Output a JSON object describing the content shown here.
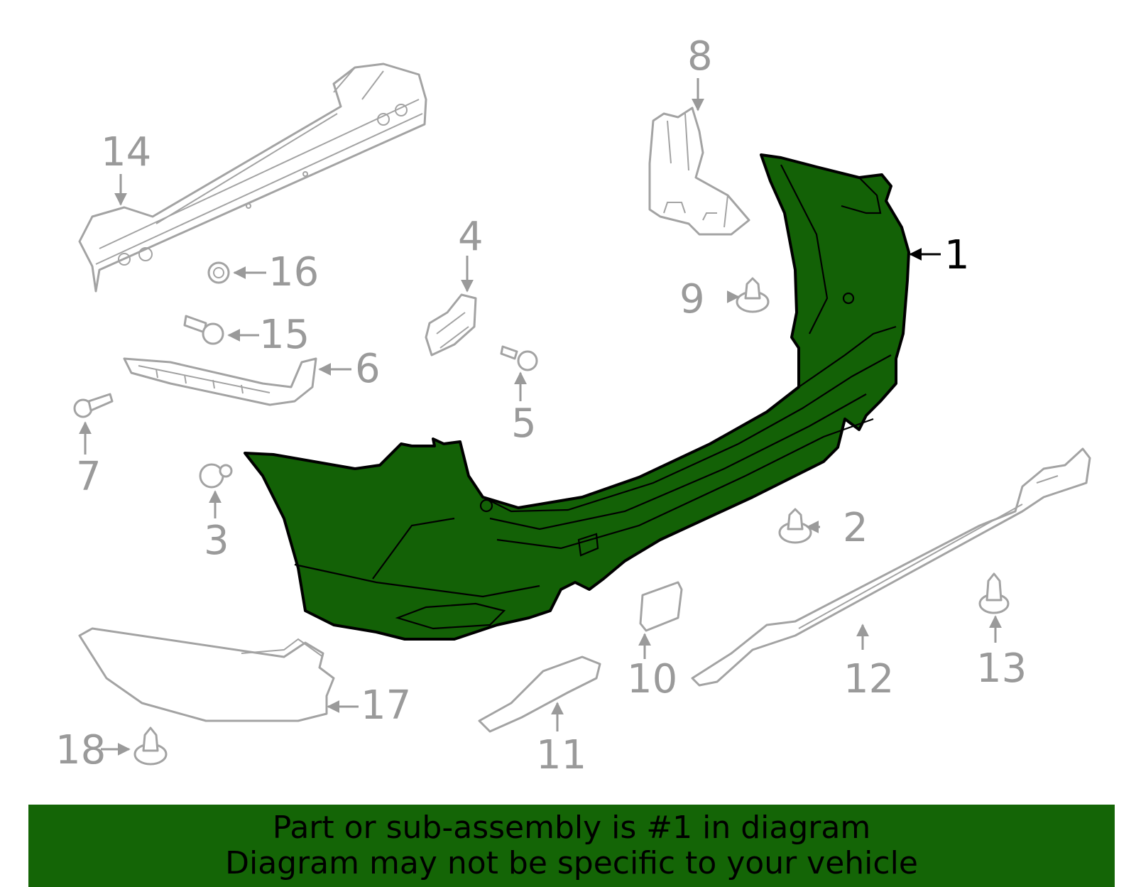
{
  "diagram": {
    "highlight_color": "#136106",
    "callouts": [
      {
        "id": "1",
        "label": "1"
      },
      {
        "id": "2",
        "label": "2"
      },
      {
        "id": "3",
        "label": "3"
      },
      {
        "id": "4",
        "label": "4"
      },
      {
        "id": "5",
        "label": "5"
      },
      {
        "id": "6",
        "label": "6"
      },
      {
        "id": "7",
        "label": "7"
      },
      {
        "id": "8",
        "label": "8"
      },
      {
        "id": "9",
        "label": "9"
      },
      {
        "id": "10",
        "label": "10"
      },
      {
        "id": "11",
        "label": "11"
      },
      {
        "id": "12",
        "label": "12"
      },
      {
        "id": "13",
        "label": "13"
      },
      {
        "id": "14",
        "label": "14"
      },
      {
        "id": "15",
        "label": "15"
      },
      {
        "id": "16",
        "label": "16"
      },
      {
        "id": "17",
        "label": "17"
      },
      {
        "id": "18",
        "label": "18"
      }
    ]
  },
  "banner": {
    "line1": "Part or sub-assembly is #1 in diagram",
    "line2": "Diagram may not be specific to your vehicle",
    "background": "#146506"
  }
}
